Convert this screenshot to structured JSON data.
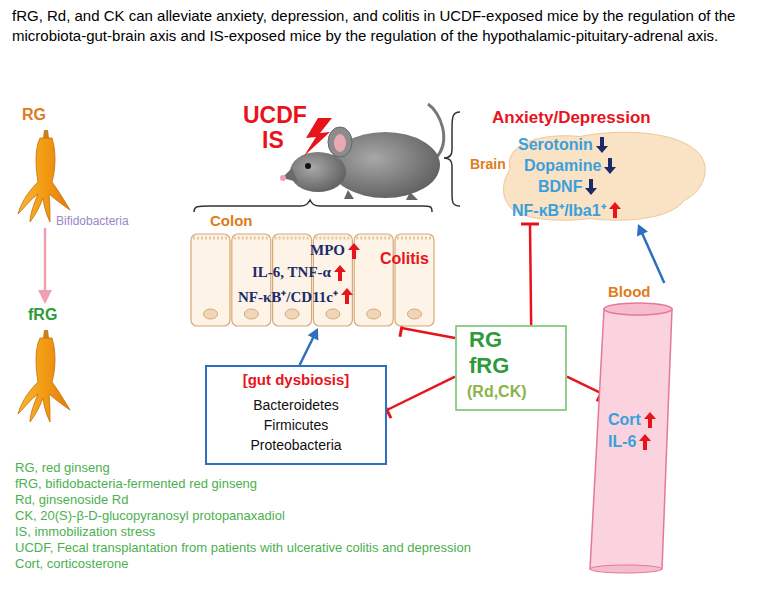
{
  "diagram": {
    "title": "fRG, Rd, and CK can alleviate anxiety, depression, and colitis in UCDF-exposed mice by the regulation of the microbiota-gut-brain axis and IS-exposed mice by the regulation of the hypothalamic-pituitary-adrenal axis.",
    "nodes": [
      {
        "text": [
          "Colon",
          "MPO",
          "IL-6, TNF-α",
          "NF-κB⁺/CD11c⁺",
          "Colitis"
        ]
      },
      {
        "text": [
          "[gut dysbiosis]",
          "Bacteroidetes",
          "Firmicutes",
          "Proteobacteria"
        ]
      },
      {
        "text": [
          "RG",
          "fRG",
          "(Rd,CK)"
        ]
      },
      {
        "text": [
          "Blood",
          "Cort",
          "IL-6"
        ]
      },
      {
        "text": [
          "Anxiety/Depression",
          "Brain",
          "Serotonin",
          "Dopamine",
          "BDNF",
          "NF-κB⁺/Iba1⁺"
        ]
      }
    ],
    "edges": [
      {
        "from": 1,
        "to": 0,
        "arrow": "to"
      },
      {
        "from": 3,
        "to": 4,
        "arrow": "to"
      },
      {
        "from": 2,
        "to": 0,
        "arrow": "to"
      },
      {
        "from": 2,
        "to": 1,
        "arrow": "to"
      },
      {
        "from": 2,
        "to": 3,
        "arrow": "to"
      },
      {
        "from": 2,
        "to": 4,
        "arrow": "to"
      }
    ],
    "labels": [
      "RG",
      "Bifidobacteria",
      "fRG",
      "UCDF",
      "IS",
      "RG, red ginseng",
      "fRG, bifidobacteria-fermented red ginseng",
      "Rd, ginsenoside Rd",
      "CK, 20(S)-β-D-glucopyranosyl protopanaxadiol",
      "IS, immobilization stress",
      "UCDF, Fecal transplantation from patients with ulcerative colitis and depression",
      "Cort, corticosterone"
    ]
  }
}
